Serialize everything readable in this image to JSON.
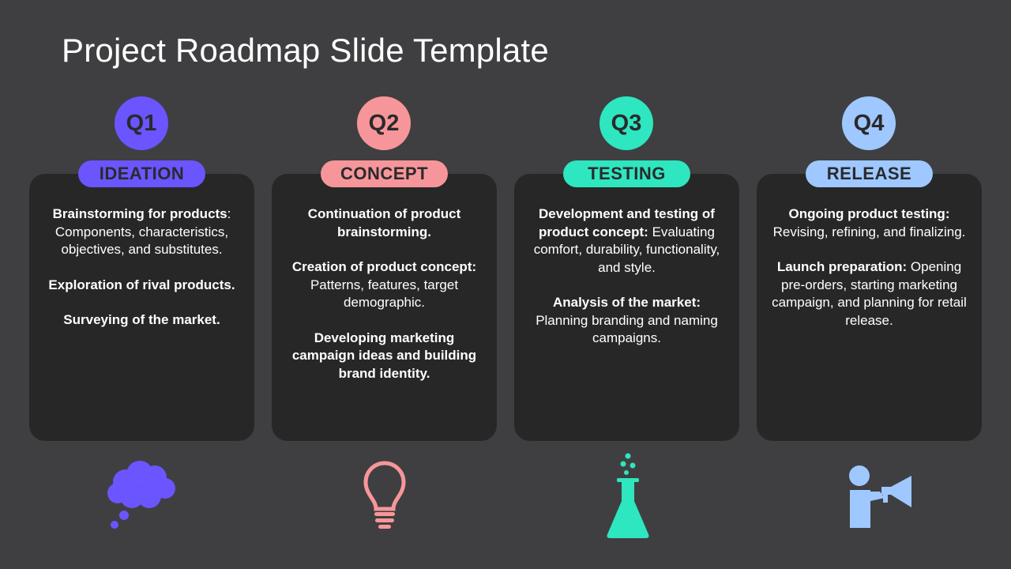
{
  "title": "Project Roadmap Slide Template",
  "colors": {
    "background": "#3f3f41",
    "card": "#272727",
    "ideation": "#6a55ff",
    "concept": "#f7969a",
    "testing": "#2ee6bf",
    "release": "#9ec8ff"
  },
  "columns": [
    {
      "quarter": "Q1",
      "phase": "IDEATION",
      "icon": "thought-cloud-icon",
      "paragraphs": [
        {
          "bold": "Brainstorming for products",
          "text": ": Components, characteristics, objectives, and substitutes."
        },
        {
          "bold": "Exploration of rival products.",
          "text": ""
        },
        {
          "bold": "Surveying of the market.",
          "text": ""
        }
      ]
    },
    {
      "quarter": "Q2",
      "phase": "CONCEPT",
      "icon": "lightbulb-icon",
      "paragraphs": [
        {
          "bold": "Continuation of product brainstorming.",
          "text": ""
        },
        {
          "bold": "Creation of product concept:",
          "text": " Patterns, features, target demographic."
        },
        {
          "bold": "Developing marketing campaign ideas and building brand identity.",
          "text": ""
        }
      ]
    },
    {
      "quarter": "Q3",
      "phase": "TESTING",
      "icon": "flask-icon",
      "paragraphs": [
        {
          "bold": "Development and testing of product concept:",
          "text": " Evaluating comfort, durability, functionality, and style."
        },
        {
          "bold": "Analysis of the market:",
          "text": " Planning branding and naming campaigns."
        }
      ]
    },
    {
      "quarter": "Q4",
      "phase": "RELEASE",
      "icon": "megaphone-icon",
      "paragraphs": [
        {
          "bold": "Ongoing product testing:",
          "text": " Revising, refining, and finalizing."
        },
        {
          "bold": "Launch preparation:",
          "text": " Opening pre-orders, starting marketing campaign, and planning for retail release."
        }
      ]
    }
  ]
}
